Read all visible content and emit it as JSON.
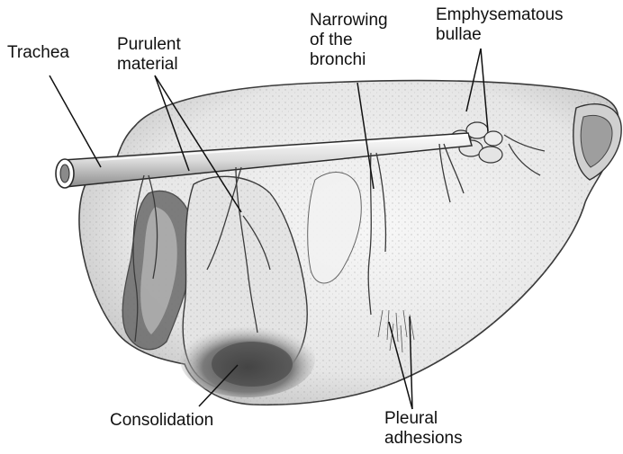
{
  "labels": {
    "trachea": "Trachea",
    "purulent_line1": "Purulent",
    "purulent_line2": "material",
    "narrowing_line1": "Narrowing",
    "narrowing_line2": "of the",
    "narrowing_line3": "bronchi",
    "emphysema_line1": "Emphysematous",
    "emphysema_line2": "bullae",
    "consolidation": "Consolidation",
    "pleural_line1": "Pleural",
    "pleural_line2": "adhesions"
  },
  "colors": {
    "ink": "#2a2a2a",
    "tissue_light": "#efefef",
    "tissue_shadow": "#9a9a9a",
    "consolidation": "#5a5a5a"
  }
}
